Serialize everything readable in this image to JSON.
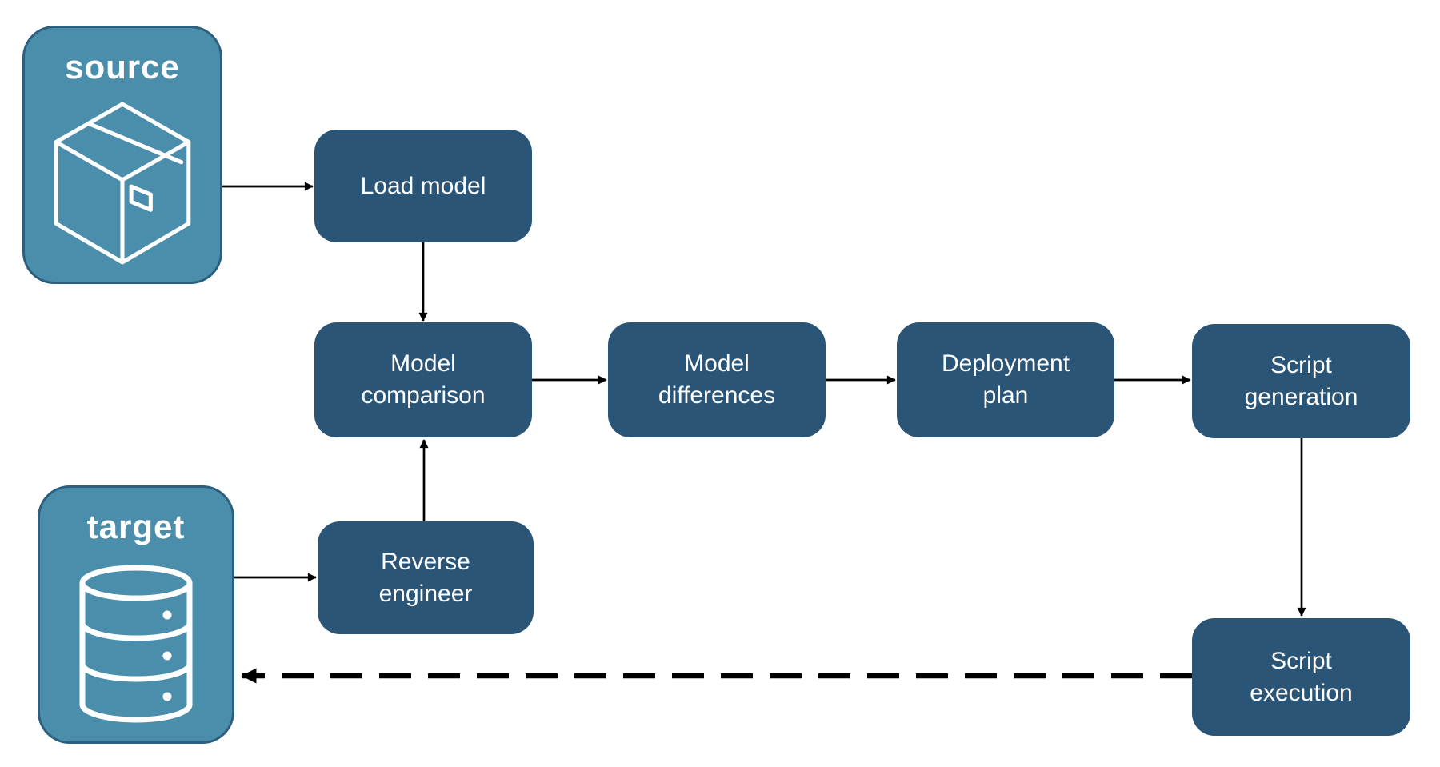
{
  "diagram": {
    "kind": "flowchart",
    "background": "#ffffff",
    "colors": {
      "node_fill": "#2B5577",
      "endpoint_fill": "#4A8EAC",
      "endpoint_border": "#2C5F7E",
      "label_text": "#ffffff",
      "arrow": "#000000"
    },
    "endpoints": [
      {
        "id": "source",
        "label": "source",
        "icon": "package-icon"
      },
      {
        "id": "target",
        "label": "target",
        "icon": "database-icon"
      }
    ],
    "nodes": [
      {
        "id": "load-model",
        "label": "Load model"
      },
      {
        "id": "model-comparison",
        "label": "Model comparison"
      },
      {
        "id": "model-differences",
        "label": "Model differences"
      },
      {
        "id": "deployment-plan",
        "label": "Deployment plan"
      },
      {
        "id": "script-generation",
        "label": "Script generation"
      },
      {
        "id": "reverse-engineer",
        "label": "Reverse engineer"
      },
      {
        "id": "script-execution",
        "label": "Script execution"
      }
    ],
    "edges": [
      {
        "from": "source",
        "to": "load-model",
        "style": "solid"
      },
      {
        "from": "load-model",
        "to": "model-comparison",
        "style": "solid"
      },
      {
        "from": "target",
        "to": "reverse-engineer",
        "style": "solid"
      },
      {
        "from": "reverse-engineer",
        "to": "model-comparison",
        "style": "solid"
      },
      {
        "from": "model-comparison",
        "to": "model-differences",
        "style": "solid"
      },
      {
        "from": "model-differences",
        "to": "deployment-plan",
        "style": "solid"
      },
      {
        "from": "deployment-plan",
        "to": "script-generation",
        "style": "solid"
      },
      {
        "from": "script-generation",
        "to": "script-execution",
        "style": "solid"
      },
      {
        "from": "script-execution",
        "to": "target",
        "style": "dashed"
      }
    ]
  }
}
